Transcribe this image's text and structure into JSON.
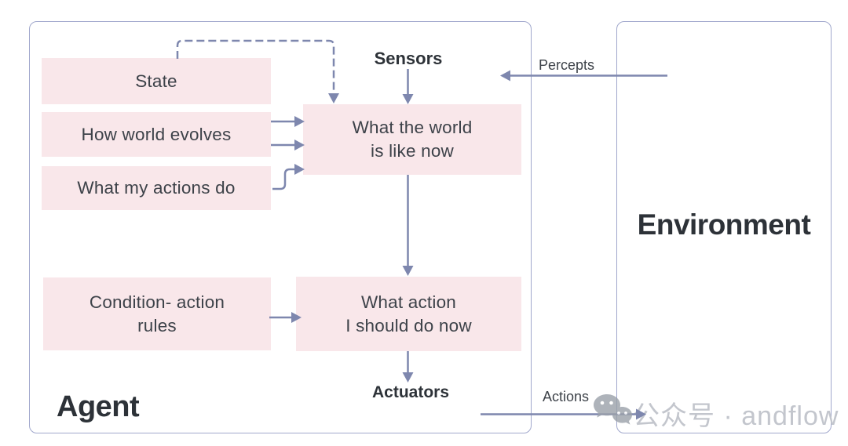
{
  "theme": {
    "background": "#ffffff",
    "box_fill": "#f9e7ea",
    "box_text": "#3d4249",
    "border_color": "#a0a7cc",
    "arrow_color": "#7e87ae",
    "label_color": "#2d3238",
    "watermark_color": "#c3c6cd",
    "watermark_icon_color": "#9ba1aa"
  },
  "diagram": {
    "agent": {
      "label": "Agent"
    },
    "environment": {
      "label": "Environment"
    },
    "nodes": {
      "state": "State",
      "how_world_evolves": "How world evolves",
      "what_my_actions_do": "What my actions do",
      "world_now": "What the world\nis like now",
      "condition_rules": "Condition- action\nrules",
      "action_now": "What action\nI should do now"
    },
    "io_labels": {
      "sensors": "Sensors",
      "actuators": "Actuators",
      "percepts": "Percepts",
      "actions": "Actions"
    },
    "edges": [
      {
        "from": "environment",
        "to": "sensors",
        "label": "Percepts",
        "style": "solid"
      },
      {
        "from": "sensors",
        "to": "world_now",
        "style": "solid"
      },
      {
        "from": "state",
        "to": "world_now",
        "style": "dashed"
      },
      {
        "from": "how_world_evolves",
        "to": "world_now",
        "style": "solid",
        "count": 2
      },
      {
        "from": "what_my_actions_do",
        "to": "world_now",
        "style": "solid"
      },
      {
        "from": "world_now",
        "to": "action_now",
        "style": "solid"
      },
      {
        "from": "condition_rules",
        "to": "action_now",
        "style": "solid"
      },
      {
        "from": "action_now",
        "to": "actuators",
        "style": "solid"
      },
      {
        "from": "actuators",
        "to": "environment",
        "label": "Actions",
        "style": "solid"
      }
    ],
    "watermark": {
      "text": "公众号 · andflow",
      "icon": "wechat-icon"
    }
  }
}
